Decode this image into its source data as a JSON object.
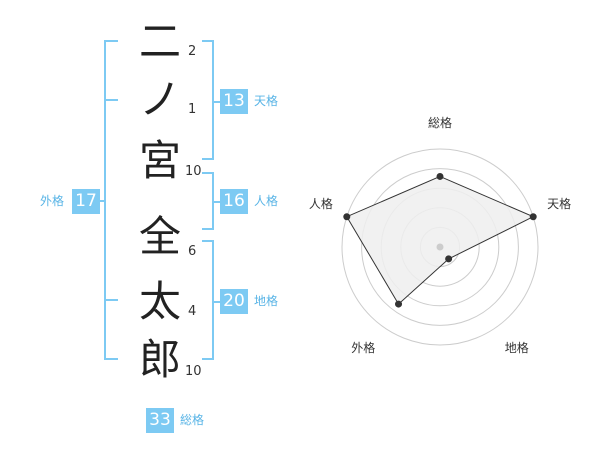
{
  "name": {
    "characters": [
      {
        "char": "二",
        "strokes": "2"
      },
      {
        "char": "ノ",
        "strokes": "1"
      },
      {
        "char": "宮",
        "strokes": "10"
      },
      {
        "char": "全",
        "strokes": "6"
      },
      {
        "char": "太",
        "strokes": "4"
      },
      {
        "char": "郎",
        "strokes": "10"
      }
    ]
  },
  "fortune": {
    "tenkaku": {
      "value": "13",
      "label": "天格"
    },
    "jinkaku": {
      "value": "16",
      "label": "人格"
    },
    "chikaku": {
      "value": "20",
      "label": "地格"
    },
    "gaikaku": {
      "value": "17",
      "label": "外格"
    },
    "soukaku": {
      "value": "33",
      "label": "総格"
    }
  },
  "colors": {
    "accent": "#7dcaf3",
    "accent_text": "#58b4e6",
    "radar_fill": "#eeeeee",
    "radar_line": "#333333",
    "grid": "#cccccc"
  },
  "chart_data": {
    "type": "radar",
    "axes": [
      "総格",
      "天格",
      "地格",
      "外格",
      "人格"
    ],
    "values": [
      0.72,
      1.0,
      0.15,
      0.72,
      1.0
    ],
    "max": 1,
    "rings": 5
  }
}
